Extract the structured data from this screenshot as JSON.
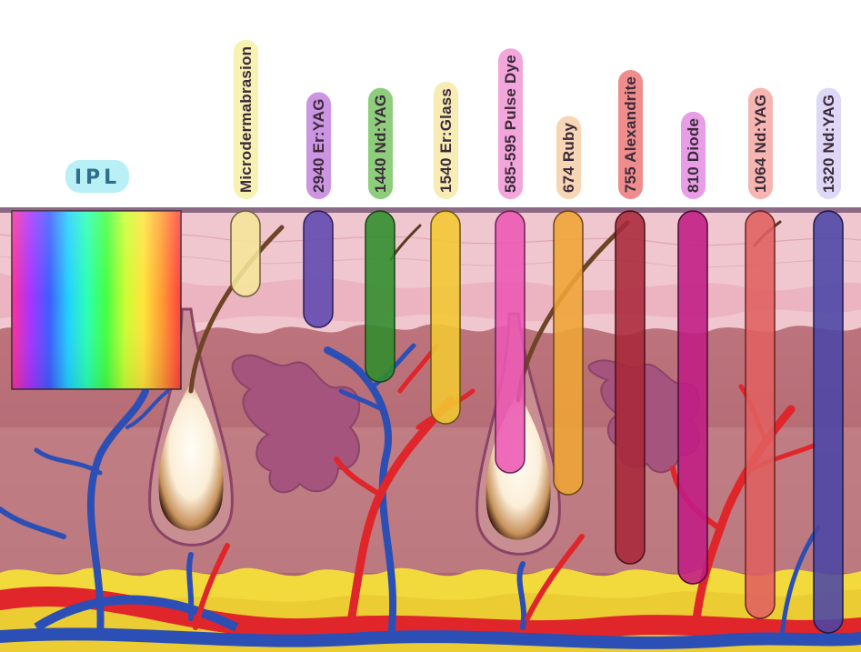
{
  "ipl": {
    "label": "IPL",
    "highlight_color": "#b9f0f6",
    "spectrum_colors": [
      "#ff2f9a",
      "#a533ff",
      "#3f5cff",
      "#22d0ff",
      "#2affb5",
      "#43ff43",
      "#c7ff33",
      "#ffe43a",
      "#ff9a33",
      "#ff3e3e"
    ]
  },
  "lasers": [
    {
      "label": "Microdermabrasion",
      "highlight": "#f7f1b2",
      "bar_color": "#f6e69a",
      "bar_stroke": "#6a6240",
      "depth": "epidermis"
    },
    {
      "label": "2940 Er:YAG",
      "highlight": "#cc95e2",
      "bar_color": "#5f48b0",
      "bar_stroke": "#2a1f55",
      "depth": "epidermis"
    },
    {
      "label": "1440 Nd:YAG",
      "highlight": "#8ecd7c",
      "bar_color": "#2f8d2c",
      "bar_stroke": "#154413",
      "depth": "upper dermis"
    },
    {
      "label": "1540 Er:Glass",
      "highlight": "#f7ecb4",
      "bar_color": "#f1c832",
      "bar_stroke": "#6b5510",
      "depth": "upper dermis"
    },
    {
      "label": "585-595 Pulse Dye",
      "highlight": "#f2a6da",
      "bar_color": "#ec58b3",
      "bar_stroke": "#6b1f50",
      "depth": "mid dermis"
    },
    {
      "label": "674 Ruby",
      "highlight": "#f6d6b4",
      "bar_color": "#f0a535",
      "bar_stroke": "#6e4513",
      "depth": "mid dermis"
    },
    {
      "label": "755 Alexandrite",
      "highlight": "#ef8c8c",
      "bar_color": "#a8283a",
      "bar_stroke": "#4a0f18",
      "depth": "deep dermis"
    },
    {
      "label": "810 Diode",
      "highlight": "#e79ee6",
      "bar_color": "#c01d84",
      "bar_stroke": "#4e0a36",
      "depth": "deep dermis"
    },
    {
      "label": "1064 Nd:YAG",
      "highlight": "#f5b5b0",
      "bar_color": "#e06060",
      "bar_stroke": "#6b2222",
      "depth": "subcutis"
    },
    {
      "label": "1320 Nd:YAG",
      "highlight": "#ded7f5",
      "bar_color": "#4a45a6",
      "bar_stroke": "#1c1a4d",
      "depth": "subcutis"
    }
  ],
  "colors": {
    "epidermis": "#f0c6cf",
    "dermis": "#b46f76",
    "dermis_light": "#c98e91",
    "sebaceous": "#a5547d",
    "fat": "#f2d93c",
    "artery": "#e0252b",
    "vein": "#2c4fb6",
    "follicle_bulb": "#fff8ea",
    "follicle_rim": "#3a1f10",
    "hair": "#6e4426"
  }
}
